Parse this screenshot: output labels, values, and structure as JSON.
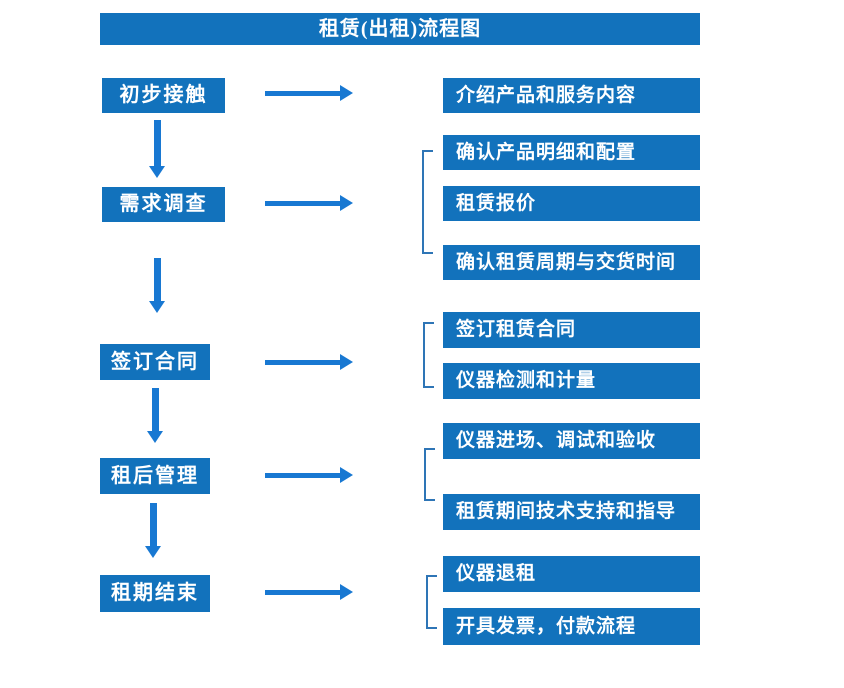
{
  "title": "租赁(出租)流程图",
  "colors": {
    "box-fill": "#1272bc",
    "box-text": "#ffffff",
    "arrow": "#1878d2",
    "bracket": "#2e75b6"
  },
  "stages": [
    {
      "label": "初步接触",
      "outputs": [
        "介绍产品和服务内容"
      ]
    },
    {
      "label": "需求调查",
      "outputs": [
        "确认产品明细和配置",
        "租赁报价",
        "确认租赁周期与交货时间"
      ]
    },
    {
      "label": "签订合同",
      "outputs": [
        "签订租赁合同",
        "仪器检测和计量"
      ]
    },
    {
      "label": "租后管理",
      "outputs": [
        "仪器进场、调试和验收",
        "租赁期间技术支持和指导"
      ]
    },
    {
      "label": "租期结束",
      "outputs": [
        "仪器退租",
        "开具发票，付款流程"
      ]
    }
  ]
}
